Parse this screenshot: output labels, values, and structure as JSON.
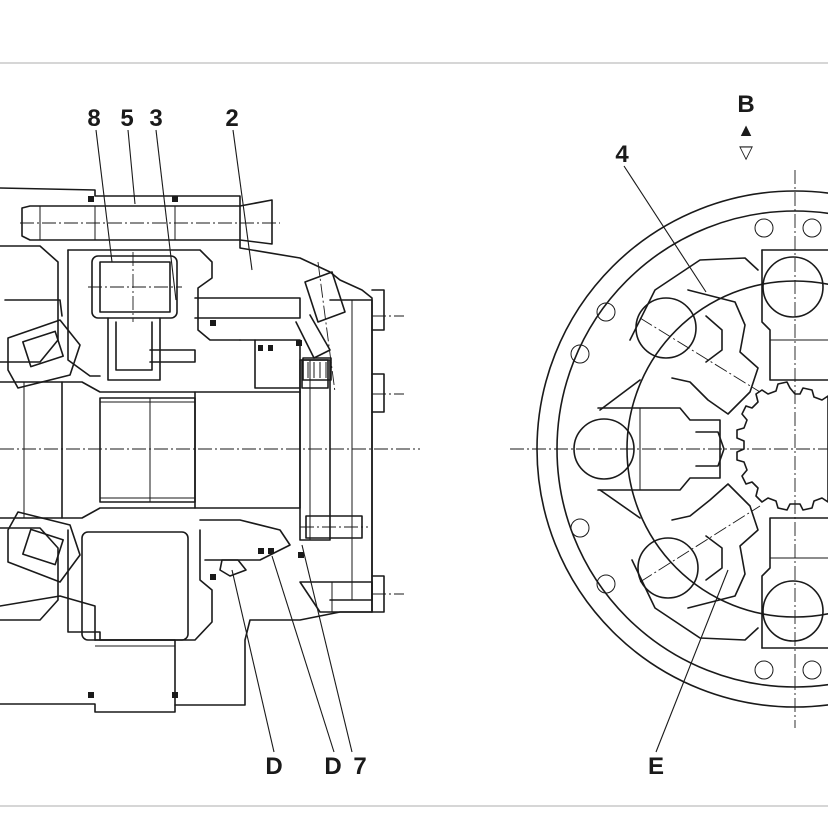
{
  "labels": {
    "l8": "8",
    "l5": "5",
    "l3": "3",
    "l2": "2",
    "lB": "B",
    "l4": "4",
    "lD1": "D",
    "lD2": "D",
    "l7": "7",
    "lE": "E"
  },
  "section_marker": {
    "up_arrow": "▲",
    "down_arrow": "▽"
  }
}
